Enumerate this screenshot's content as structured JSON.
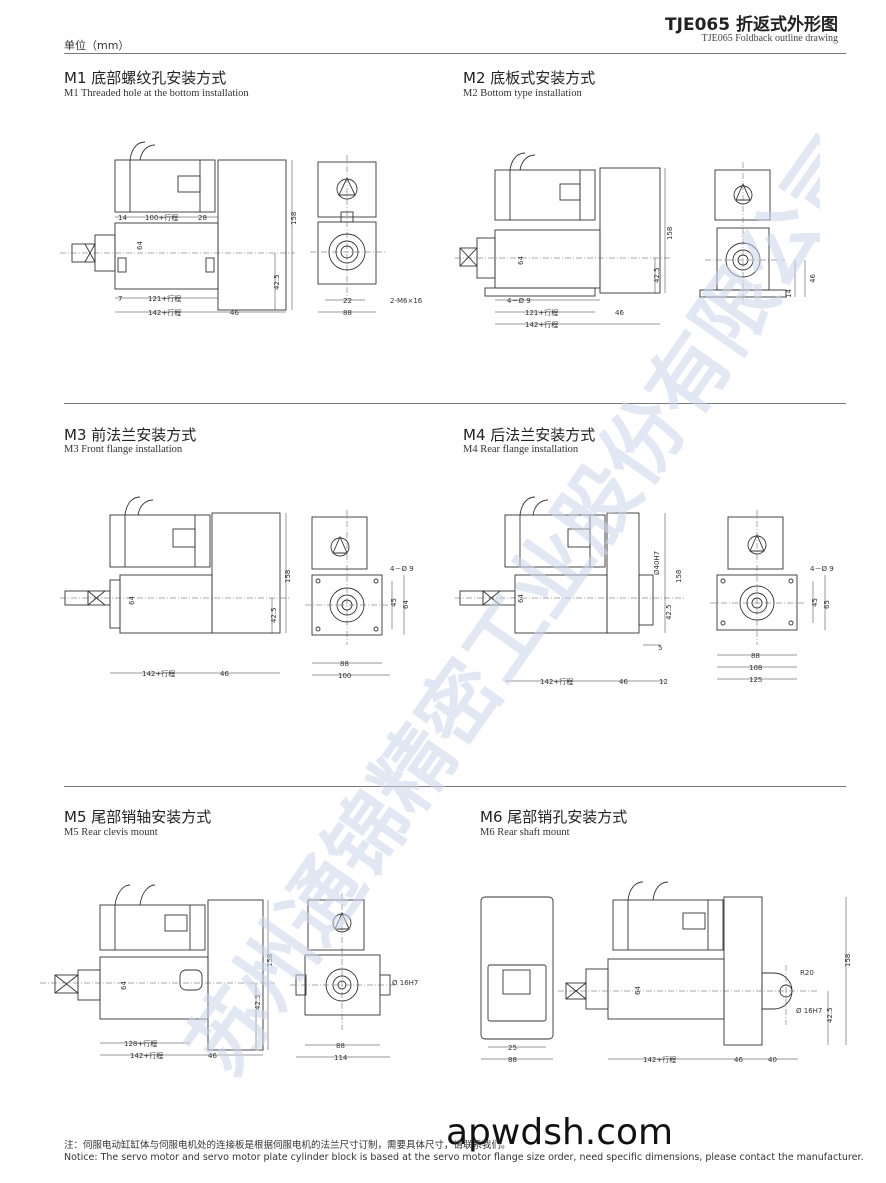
{
  "header": {
    "unit": "单位（mm）",
    "title": "TJE065 折返式外形图",
    "subtitle": "TJE065 Foldback outline drawing"
  },
  "sections": [
    {
      "title": "M1 底部螺纹孔安装方式",
      "subtitle": "M1 Threaded hole at the bottom installation",
      "dims": {
        "d14": "14",
        "d100": "100+行程",
        "d28": "28",
        "d64": "64",
        "d158": "158",
        "d425": "42.5",
        "d7": "7",
        "d121": "121+行程",
        "d142": "142+行程",
        "d46": "46",
        "d22": "22",
        "d88": "88",
        "dm6": "2-M6×16"
      }
    },
    {
      "title": "M2 底板式安装方式",
      "subtitle": "M2 Bottom type installation",
      "dims": {
        "d49": "4－Ø 9",
        "d121": "121+行程",
        "d142": "142+行程",
        "d46": "46",
        "d64": "64",
        "d158": "158",
        "d425": "42.5",
        "d14": "14",
        "d46b": "46"
      }
    },
    {
      "title": "M3 前法兰安装方式",
      "subtitle": "M3 Front flange installation",
      "dims": {
        "d64": "64",
        "d158": "158",
        "d425": "42.5",
        "d142": "142+行程",
        "d46": "46",
        "d49": "4－Ø 9",
        "d45": "45",
        "d64b": "64",
        "d88": "88",
        "d100": "100"
      }
    },
    {
      "title": "M4 后法兰安装方式",
      "subtitle": "M4 Rear flange installation",
      "dims": {
        "d64": "64",
        "dh7": "Ø40H7",
        "d158": "158",
        "d425": "42.5",
        "d5": "5",
        "d142": "142+行程",
        "d46": "46",
        "d12": "12",
        "d49": "4－Ø 9",
        "d45": "45",
        "d65": "65",
        "d88": "88",
        "d108": "108",
        "d125": "125"
      }
    },
    {
      "title": "M5 尾部销轴安装方式",
      "subtitle": "M5 Rear clevis mount",
      "dims": {
        "d64": "64",
        "d158": "158",
        "d425": "42.5",
        "d128": "128+行程",
        "d142": "142+行程",
        "d46": "46",
        "d16": "Ø 16H7",
        "d88": "88",
        "d114": "114"
      }
    },
    {
      "title": "M6 尾部销孔安装方式",
      "subtitle": "M6 Rear shaft mount",
      "dims": {
        "d25": "25",
        "d88": "88",
        "d64": "64",
        "d158": "158",
        "d425": "42.5",
        "dr20": "R20",
        "d16": "Ø 16H7",
        "d142": "142+行程",
        "d46": "46",
        "d40": "40"
      }
    }
  ],
  "watermark": "苏州通锦精密工业股份有限公司",
  "site": "apwdsh.com",
  "note_cn": "注：伺服电动缸缸体与伺服电机处的连接板是根据伺服电机的法兰尺寸订制，需要具体尺寸，请联系我们。",
  "note_en": "Notice: The servo motor and servo motor plate cylinder block is based at the servo motor flange size order, need specific dimensions,  please contact the manufacturer."
}
